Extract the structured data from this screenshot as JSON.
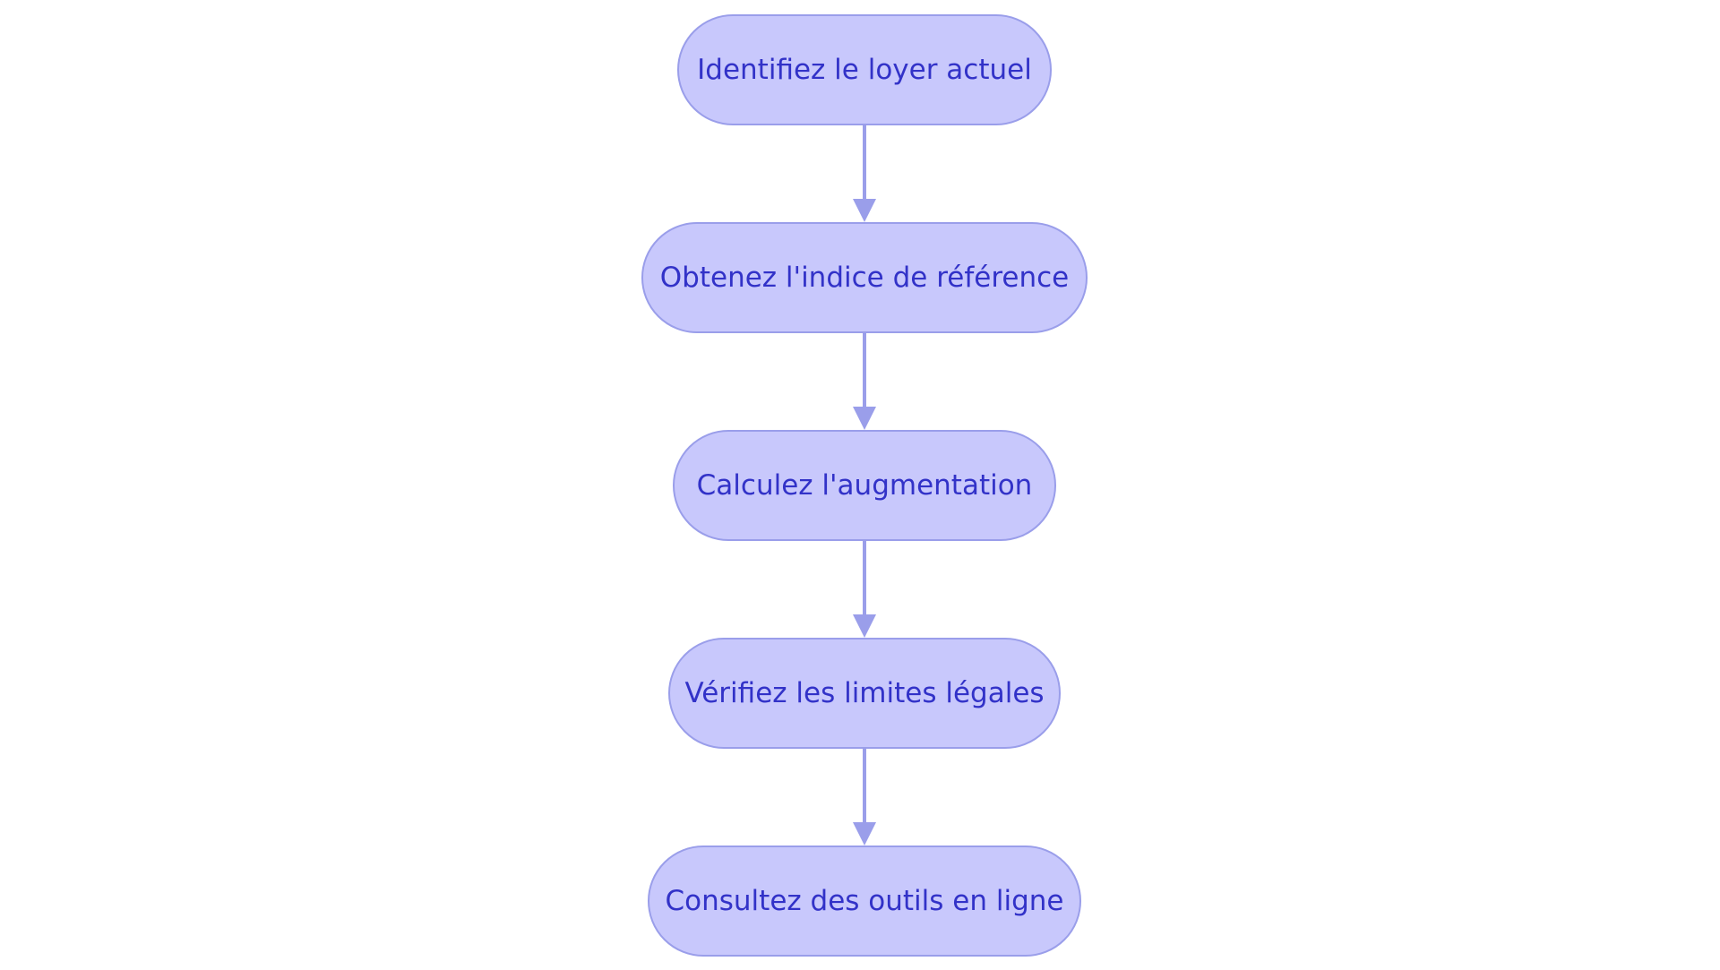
{
  "diagram": {
    "type": "flowchart",
    "direction": "top-to-bottom",
    "colors": {
      "node_fill": "#c8c8fc",
      "node_border": "#9a9eea",
      "text": "#3232c8",
      "connector": "#9a9eea",
      "background": "#ffffff"
    },
    "nodes": [
      {
        "id": "step1",
        "label": "Identifiez le loyer actuel"
      },
      {
        "id": "step2",
        "label": "Obtenez l'indice de référence"
      },
      {
        "id": "step3",
        "label": "Calculez l'augmentation"
      },
      {
        "id": "step4",
        "label": "Vérifiez les limites légales"
      },
      {
        "id": "step5",
        "label": "Consultez des outils en ligne"
      }
    ],
    "edges": [
      {
        "from": "step1",
        "to": "step2"
      },
      {
        "from": "step2",
        "to": "step3"
      },
      {
        "from": "step3",
        "to": "step4"
      },
      {
        "from": "step4",
        "to": "step5"
      }
    ]
  }
}
